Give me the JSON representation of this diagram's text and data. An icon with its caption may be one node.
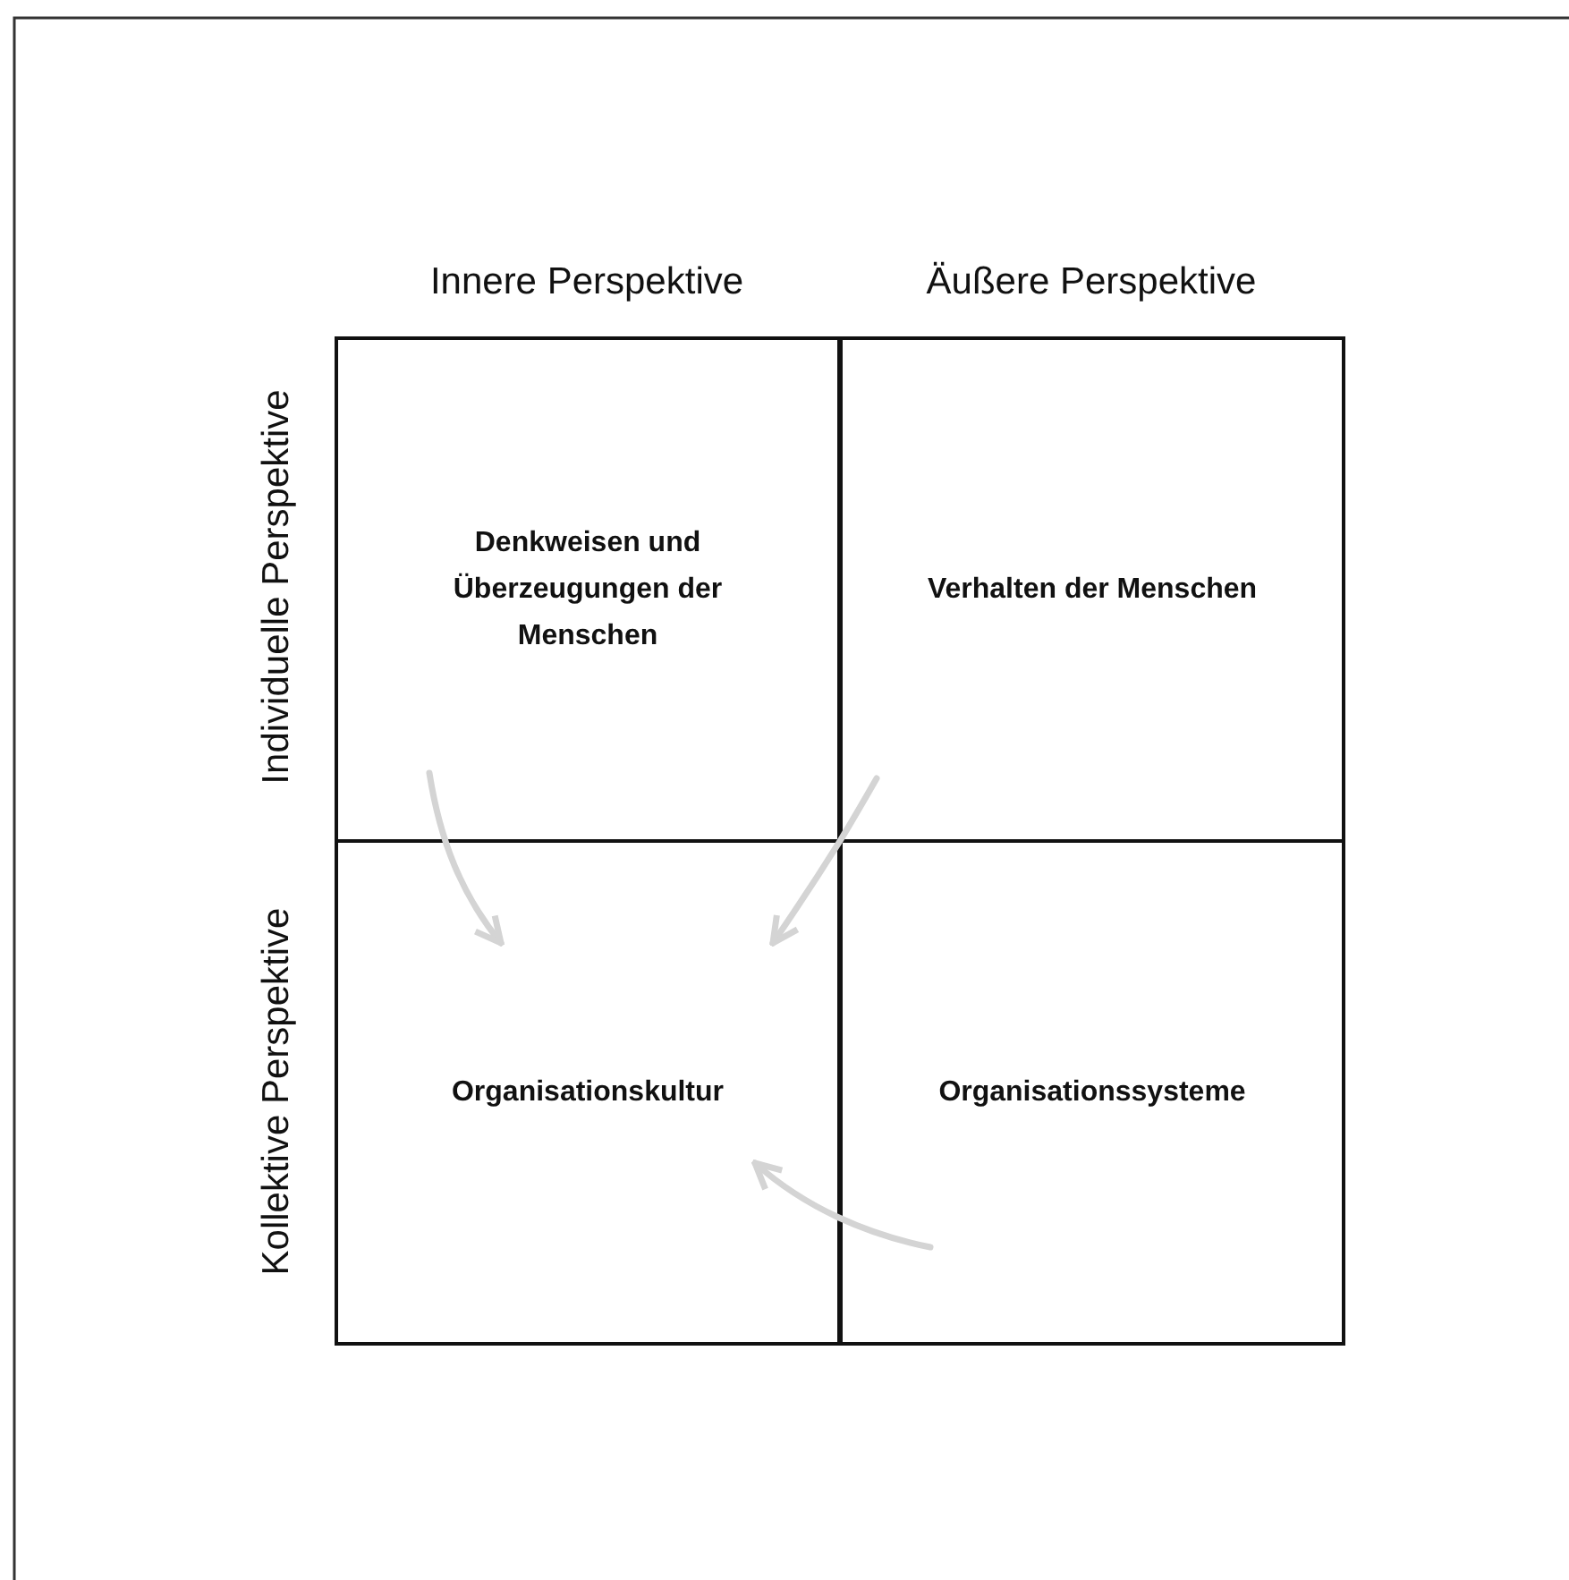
{
  "diagram": {
    "nodes": [
      {
        "text": [
          "Denkweisen und Überzeugungen der Menschen"
        ]
      },
      {
        "text": [
          "Verhalten der Menschen"
        ]
      },
      {
        "text": [
          "Organisationskultur"
        ]
      },
      {
        "text": [
          "Organisationssysteme"
        ]
      }
    ],
    "edges": [
      {
        "from": 0,
        "to": 2,
        "arrow": "to",
        "color": "#d4d4d4"
      },
      {
        "from": 1,
        "to": 2,
        "arrow": "to",
        "color": "#d4d4d4"
      },
      {
        "from": 3,
        "to": 2,
        "arrow": "to",
        "color": "#d4d4d4"
      }
    ],
    "labels": [
      "Innere Perspektive",
      "Äußere Perspektive",
      "Individuelle Perspektive",
      "Kollektive Perspektive"
    ]
  }
}
